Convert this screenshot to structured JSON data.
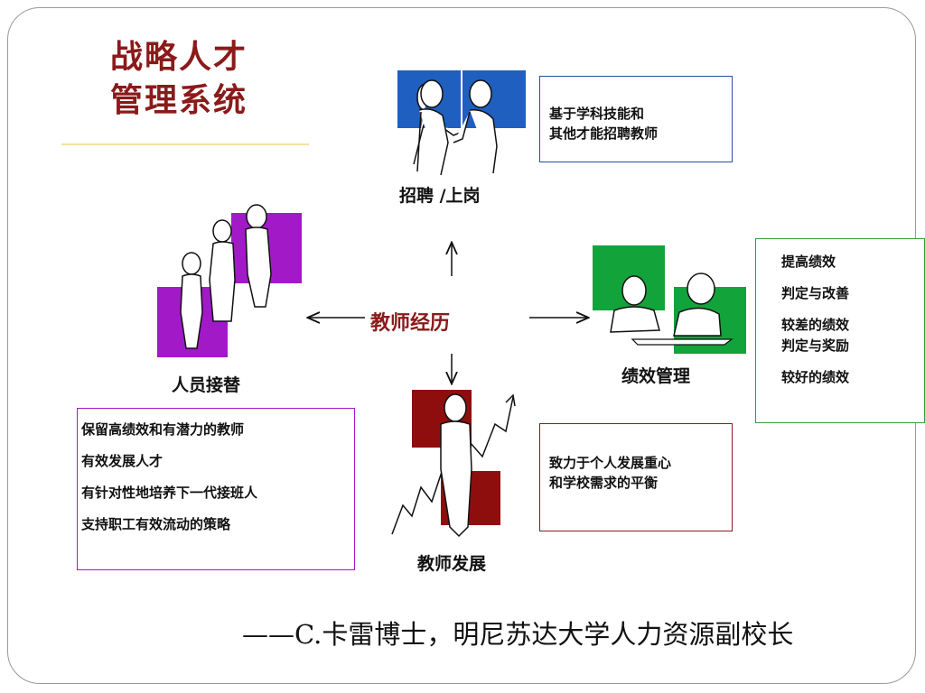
{
  "title": {
    "line1": "战略人才",
    "line2": "管理系统"
  },
  "center": {
    "label": "教师经历"
  },
  "nodes": {
    "recruit": "招聘 /上岗",
    "succession": "人员接替",
    "performance": "绩效管理",
    "development": "教师发展"
  },
  "boxes": {
    "recruit_desc": [
      "基于学科技能和",
      "其他才能招聘教师"
    ],
    "performance_desc": [
      "提高绩效",
      "判定与改善",
      "较差的绩效",
      "判定与奖励",
      "较好的绩效"
    ],
    "succession_desc": [
      "保留高绩效和有潜力的教师",
      "有效发展人才",
      "有针对性地培养下一代接班人",
      "支持职工有效流动的策略"
    ],
    "development_desc": [
      "致力于个人发展重心",
      "和学校需求的平衡"
    ]
  },
  "quote": "——C.卡雷博士，明尼苏达大学人力资源副校长",
  "colors": {
    "title": "#8b1a1a",
    "recruit": "#1f5fbf",
    "succession": "#a21ac8",
    "performance": "#12a33a",
    "development": "#8e0e0e",
    "recruit_border": "#2a4fa0",
    "succession_border": "#a21ac8",
    "performance_border": "#3a9a3a",
    "development_border": "#8b1a1a"
  }
}
